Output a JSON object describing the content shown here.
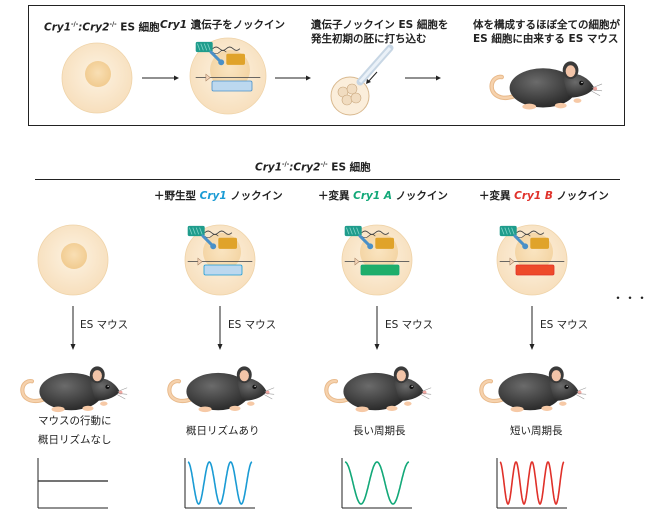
{
  "top_panel": {
    "step1": {
      "gene1": "Cry1",
      "sup1": "-/-",
      "sep": ":",
      "gene2": "Cry2",
      "sup2": "-/-",
      "suffix": " ES 細胞"
    },
    "step2": {
      "gene": "Cry1",
      "suffix": " 遺伝子をノックイン"
    },
    "step3": {
      "line1": "遺伝子ノックイン ES 細胞を",
      "line2": "発生初期の胚に打ち込む"
    },
    "step4": {
      "line1": "体を構成するほぼ全ての細胞が",
      "line2": "ES 細胞に由来する ES マウス"
    }
  },
  "section_title": {
    "gene1": "Cry1",
    "sup1": "-/-",
    "sep": ":",
    "gene2": "Cry2",
    "sup2": "-/-",
    "suffix": " ES 細胞"
  },
  "columns": [
    {
      "header_pre": "",
      "header_gene": "",
      "header_post": "",
      "gene_color": "#1a9bd4",
      "arrow_label": "ES マウス",
      "result_line1": "マウスの行動に",
      "result_line2": "概日リズムなし",
      "rhythm": "none",
      "cycles": 0,
      "insert_color": ""
    },
    {
      "header_pre": "＋野生型 ",
      "header_gene": "Cry1",
      "header_post": " ノックイン",
      "gene_color": "#1a9bd4",
      "arrow_label": "ES マウス",
      "result_line1": "概日リズムあり",
      "result_line2": "",
      "rhythm": "normal",
      "cycles": 3,
      "insert_color": "#bcd8ef",
      "wave_color": "#1a9bd4"
    },
    {
      "header_pre": "＋変異 ",
      "header_gene": "Cry1 A",
      "header_post": " ノックイン",
      "gene_color": "#12a878",
      "arrow_label": "ES マウス",
      "result_line1": "長い周期長",
      "result_line2": "",
      "rhythm": "long",
      "cycles": 2,
      "insert_color": "#1fae6a",
      "wave_color": "#12a878"
    },
    {
      "header_pre": "＋変異 ",
      "header_gene": "Cry1 B",
      "header_post": " ノックイン",
      "gene_color": "#e0312a",
      "arrow_label": "ES マウス",
      "result_line1": "短い周期長",
      "result_line2": "",
      "rhythm": "short",
      "cycles": 4,
      "insert_color": "#ee4a2a",
      "wave_color": "#e0312a"
    }
  ],
  "ellipsis": "・・・",
  "colors": {
    "cell_fill": "#fbe9cf",
    "nucleus_fill": "#f6d49e",
    "mouse_body": "#3b3b3b",
    "tail": "#f3c9a0",
    "plasmid_teal": "#1f9c8c",
    "plasmid_gold": "#e0a32a",
    "plasmid_blue": "#4a90c8"
  }
}
